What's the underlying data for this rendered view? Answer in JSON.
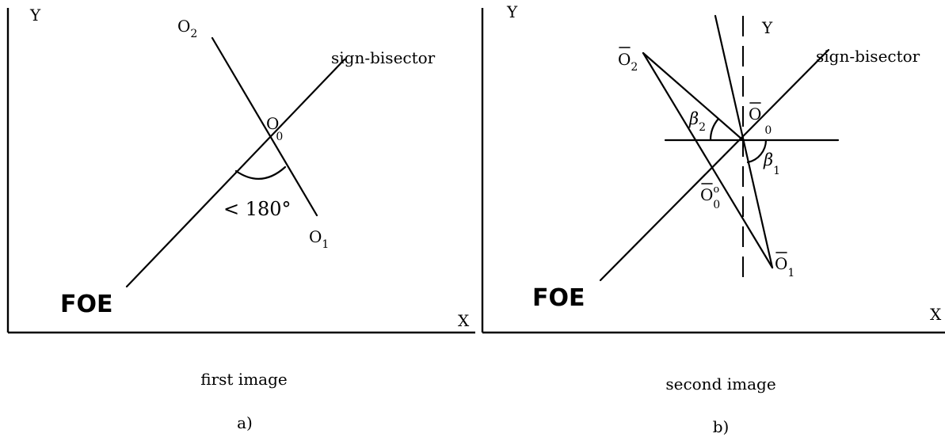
{
  "panel_a": {
    "axis_y": "Y",
    "axis_x": "X",
    "point_o2": "O",
    "point_o2_sub": "2",
    "point_o0": "O",
    "point_o0_sub": "0",
    "point_o1": "O",
    "point_o1_sub": "1",
    "line_label": "sign-bisector",
    "angle_label": "< 180°",
    "foe_label": "FOE",
    "caption": "first image",
    "tag": "a)"
  },
  "panel_b": {
    "axis_y": "Y",
    "axis_x": "X",
    "local_axis_y": "Y",
    "point_o2": "O",
    "point_o2_sub": "2",
    "point_o0": "O",
    "point_o0_sub": "0",
    "point_o0_proj": "O",
    "point_o0_proj_sup": "o",
    "point_o0_proj_sub": "0",
    "point_o1": "O",
    "point_o1_sub": "1",
    "beta2": "β",
    "beta2_sub": "2",
    "beta1": "β",
    "beta1_sub": "1",
    "line_label": "sign-bisector",
    "foe_label": "FOE",
    "caption": "second image",
    "tag": "b)"
  }
}
